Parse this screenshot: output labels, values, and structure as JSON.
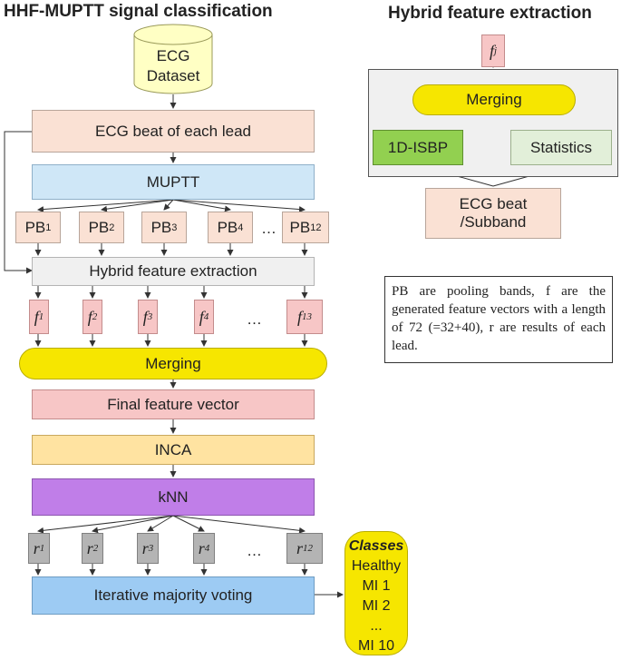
{
  "titles": {
    "left": "HHF-MUPTT signal classification",
    "right": "Hybrid feature extraction"
  },
  "left_flow": {
    "dataset": [
      "ECG",
      "Dataset"
    ],
    "beat": "ECG beat of each lead",
    "muptt": "MUPTT",
    "pooling_bands": [
      {
        "base": "PB",
        "sub": "1"
      },
      {
        "base": "PB",
        "sub": "2"
      },
      {
        "base": "PB",
        "sub": "3"
      },
      {
        "base": "PB",
        "sub": "4"
      },
      {
        "base": "PB",
        "sub": "12"
      }
    ],
    "hybrid": "Hybrid feature extraction",
    "features": [
      {
        "base": "f",
        "sub": "1"
      },
      {
        "base": "f",
        "sub": "2"
      },
      {
        "base": "f",
        "sub": "3"
      },
      {
        "base": "f",
        "sub": "4"
      },
      {
        "base": "f",
        "sub": "13"
      }
    ],
    "merging": "Merging",
    "final_vector": "Final feature vector",
    "inca": "INCA",
    "knn": "kNN",
    "results": [
      {
        "base": "r",
        "sub": "1"
      },
      {
        "base": "r",
        "sub": "2"
      },
      {
        "base": "r",
        "sub": "3"
      },
      {
        "base": "r",
        "sub": "4"
      },
      {
        "base": "r",
        "sub": "12"
      }
    ],
    "voting": "Iterative majority voting",
    "ellipsis": "…"
  },
  "classes": {
    "title": "Classes",
    "items": [
      "Healthy",
      "MI 1",
      "MI 2",
      "...",
      "MI 10"
    ]
  },
  "right_flow": {
    "output": {
      "base": "f",
      "sub": "j"
    },
    "merging": "Merging",
    "isbp": "1D-ISBP",
    "statistics": "Statistics",
    "input": [
      "ECG beat",
      "/Subband"
    ]
  },
  "note": "PB are pooling bands, f are the generated feature vectors with a length of 72 (=32+40), r are results of each lead.",
  "colors": {
    "peach": "#fae1d4",
    "blue": "#cfe7f7",
    "pink": "#f7c6c6",
    "yellow": "#f6e600",
    "orange": "#ffe3a1",
    "purple": "#c07ee8",
    "voting_blue": "#9dcbf3",
    "green": "#92d050"
  }
}
